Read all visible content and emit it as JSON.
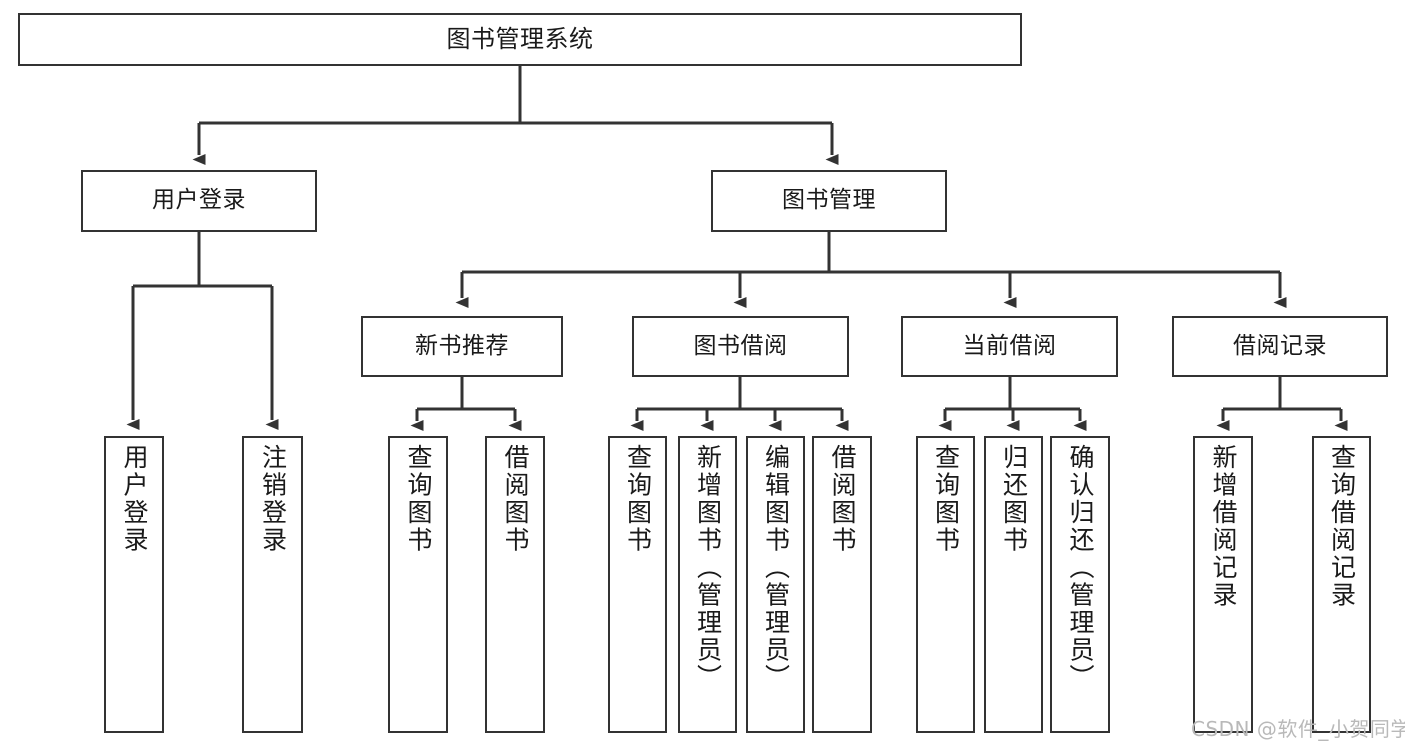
{
  "diagram": {
    "title": "图书管理系统",
    "type": "hierarchy-tree",
    "background_color": "#ffffff",
    "box_border_color": "#333333",
    "text_color": "#1a1a1a",
    "levels": [
      {
        "level": 1,
        "nodes": [
          {
            "id": "root",
            "label": "图书管理系统",
            "orientation": "horizontal"
          }
        ]
      },
      {
        "level": 2,
        "nodes": [
          {
            "id": "login",
            "label": "用户登录",
            "orientation": "horizontal"
          },
          {
            "id": "bookmgmt",
            "label": "图书管理",
            "orientation": "horizontal"
          }
        ]
      },
      {
        "level": 3,
        "nodes": [
          {
            "id": "newbook",
            "label": "新书推荐",
            "orientation": "horizontal"
          },
          {
            "id": "borrow",
            "label": "图书借阅",
            "orientation": "horizontal"
          },
          {
            "id": "current",
            "label": "当前借阅",
            "orientation": "horizontal"
          },
          {
            "id": "records",
            "label": "借阅记录",
            "orientation": "horizontal"
          }
        ]
      },
      {
        "level": 4,
        "nodes": [
          {
            "id": "leaf-user-login",
            "label": "用户登录",
            "orientation": "vertical",
            "parent": "login"
          },
          {
            "id": "leaf-logout",
            "label": "注销登录",
            "orientation": "vertical",
            "parent": "login"
          },
          {
            "id": "leaf-query-book-1",
            "label": "查询图书",
            "orientation": "vertical",
            "parent": "newbook"
          },
          {
            "id": "leaf-borrow-book-1",
            "label": "借阅图书",
            "orientation": "vertical",
            "parent": "newbook"
          },
          {
            "id": "leaf-query-book-2",
            "label": "查询图书",
            "orientation": "vertical",
            "parent": "borrow"
          },
          {
            "id": "leaf-add-book",
            "label": "新增图书（管理员）",
            "orientation": "vertical",
            "parent": "borrow"
          },
          {
            "id": "leaf-edit-book",
            "label": "编辑图书（管理员）",
            "orientation": "vertical",
            "parent": "borrow"
          },
          {
            "id": "leaf-borrow-book-2",
            "label": "借阅图书",
            "orientation": "vertical",
            "parent": "borrow"
          },
          {
            "id": "leaf-query-book-3",
            "label": "查询图书",
            "orientation": "vertical",
            "parent": "current"
          },
          {
            "id": "leaf-return-book",
            "label": "归还图书",
            "orientation": "vertical",
            "parent": "current"
          },
          {
            "id": "leaf-confirm-return",
            "label": "确认归还（管理员）",
            "orientation": "vertical",
            "parent": "current"
          },
          {
            "id": "leaf-add-record",
            "label": "新增借阅记录",
            "orientation": "vertical",
            "parent": "records"
          },
          {
            "id": "leaf-query-record",
            "label": "查询借阅记录",
            "orientation": "vertical",
            "parent": "records"
          }
        ]
      }
    ]
  },
  "watermark": {
    "text": "CSDN @软件_小贺同学",
    "color": "#b9b9b9"
  }
}
